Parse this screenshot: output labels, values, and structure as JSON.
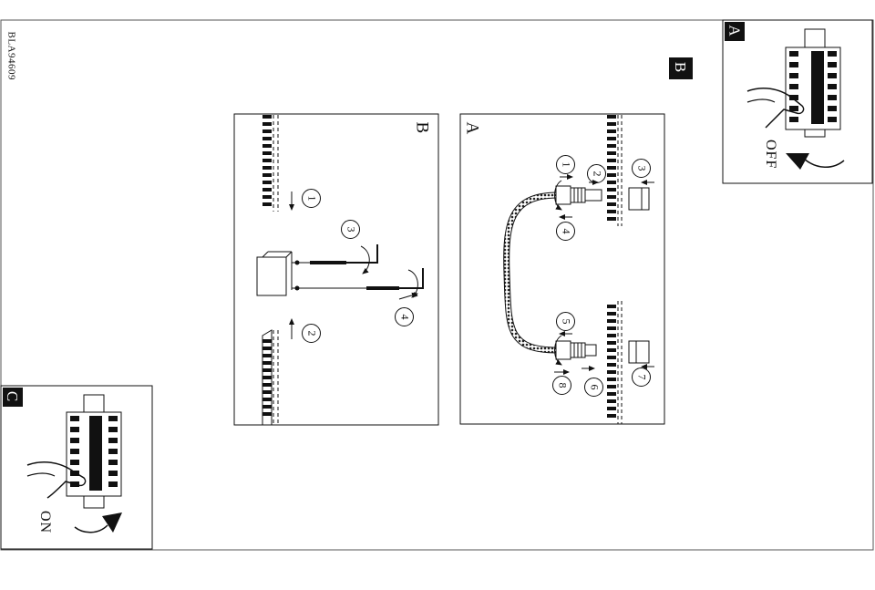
{
  "document": {
    "code": "BLA94609"
  },
  "panels": {
    "a": {
      "badge": "A",
      "switch_label": "OFF"
    },
    "b": {
      "badge": "B"
    },
    "c": {
      "badge": "C",
      "switch_label": "ON"
    }
  },
  "diagram_a": {
    "title": "A",
    "steps": [
      "1",
      "2",
      "3",
      "4",
      "5",
      "6",
      "7",
      "8"
    ]
  },
  "diagram_b": {
    "title": "B",
    "steps": [
      "1",
      "2",
      "3",
      "4"
    ]
  }
}
